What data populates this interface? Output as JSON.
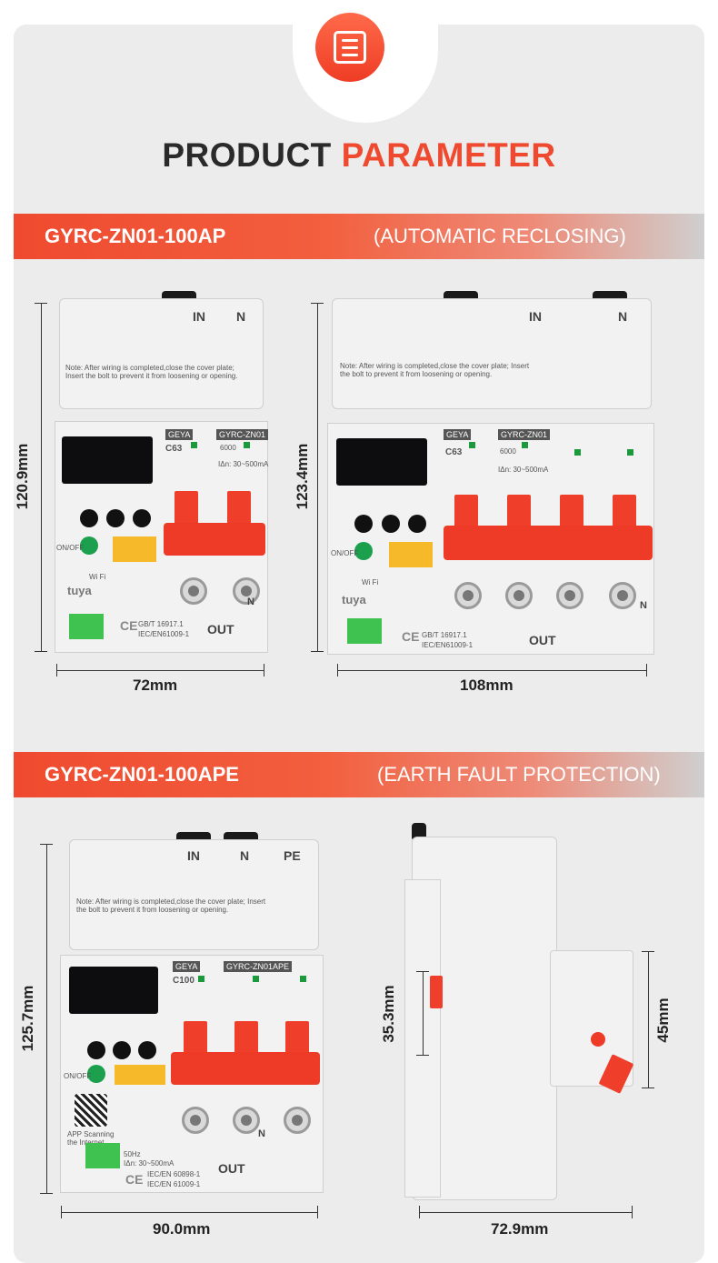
{
  "header": {
    "title_part1": "PRODUCT",
    "title_part2": "PARAMETER",
    "menu_icon": "menu-list-icon"
  },
  "sections": [
    {
      "model": "GYRC-ZN01-100AP",
      "note": "(AUTOMATIC RECLOSING)"
    },
    {
      "model": "GYRC-ZN01-100APE",
      "note": "(EARTH FAULT PROTECTION)"
    }
  ],
  "dimensions": {
    "ap2_height": "120.9mm",
    "ap2_width": "72mm",
    "ap4_height": "123.4mm",
    "ap4_width": "108mm",
    "ape_height": "125.7mm",
    "ape_width": "90.0mm",
    "side_upper": "35.3mm",
    "side_right": "45mm",
    "side_width": "72.9mm"
  },
  "device_text": {
    "in": "IN",
    "n": "N",
    "pe": "PE",
    "out": "OUT",
    "brand": "GEYA",
    "model_short": "GYRC-ZN01",
    "model_pe": "GYRC-ZN01APE",
    "c63": "C63",
    "c100": "C100",
    "rating_6000": "6000",
    "idn": "IΔn: 30~500mA",
    "note_text": "Note: After wiring is completed,close the cover plate; Insert the bolt to prevent it from loosening or opening.",
    "std_1": "GB/T 16917.1",
    "std_2": "IEC/EN61009-1",
    "std_pe_1": "IEC/EN 60898-1",
    "std_pe_2": "IEC/EN 61009-1",
    "tuya": "tuya",
    "wifi": "Wi Fi",
    "onoff": "ON/OFF",
    "ce": "CE",
    "app_scan": "APP Scanning the Internet",
    "freq": "50Hz"
  }
}
